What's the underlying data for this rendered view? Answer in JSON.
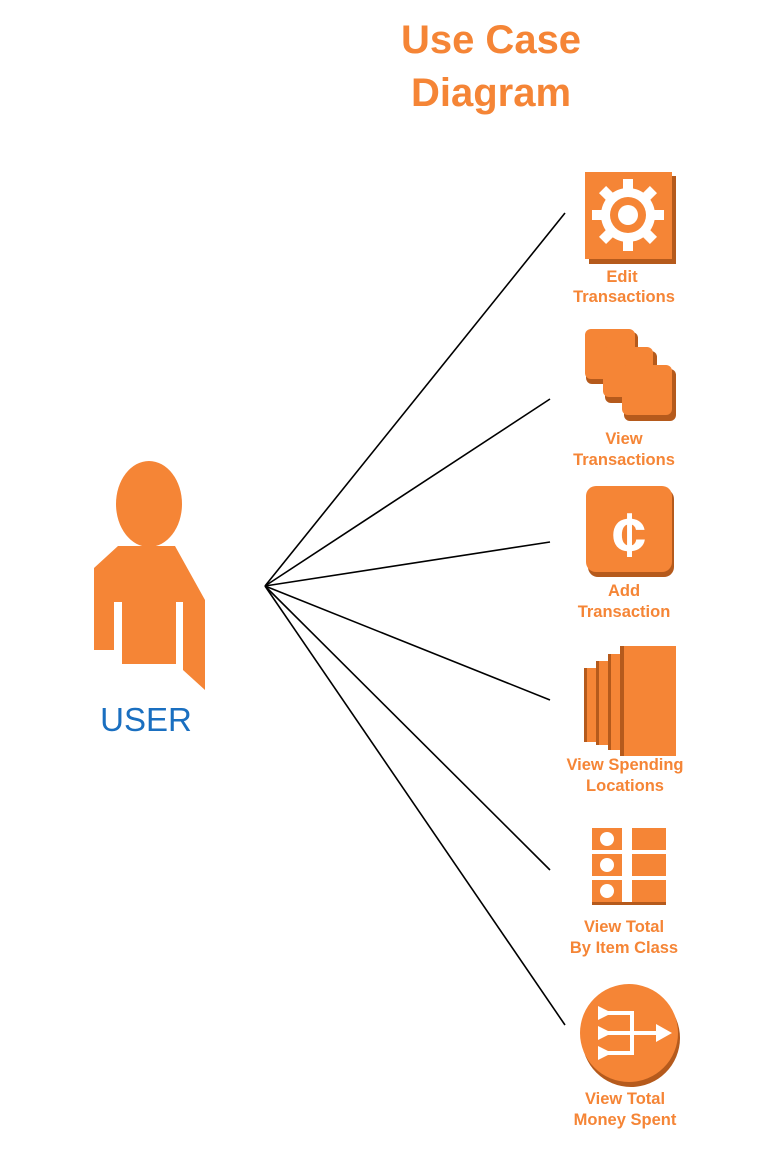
{
  "title": {
    "line1": "Use Case",
    "line2": "Diagram"
  },
  "actor": {
    "label": "USER",
    "icon": "user-icon"
  },
  "use_cases": [
    {
      "line1": "Edit",
      "line2": "Transactions",
      "icon": "gear-icon"
    },
    {
      "line1": "View",
      "line2": "Transactions",
      "icon": "stacked-squares-icon"
    },
    {
      "line1": "Add",
      "line2": "Transaction",
      "icon": "cent-icon"
    },
    {
      "line1": "View Spending",
      "line2": "Locations",
      "icon": "layered-bars-icon"
    },
    {
      "line1": "View Total",
      "line2": "By Item Class",
      "icon": "list-grid-icon"
    },
    {
      "line1": "View Total",
      "line2": "Money Spent",
      "icon": "router-arrows-icon"
    }
  ],
  "colors": {
    "accent": "#f58536",
    "accent_dark": "#b55a1c",
    "actor_label": "#1a6fc0",
    "line": "#000000"
  }
}
